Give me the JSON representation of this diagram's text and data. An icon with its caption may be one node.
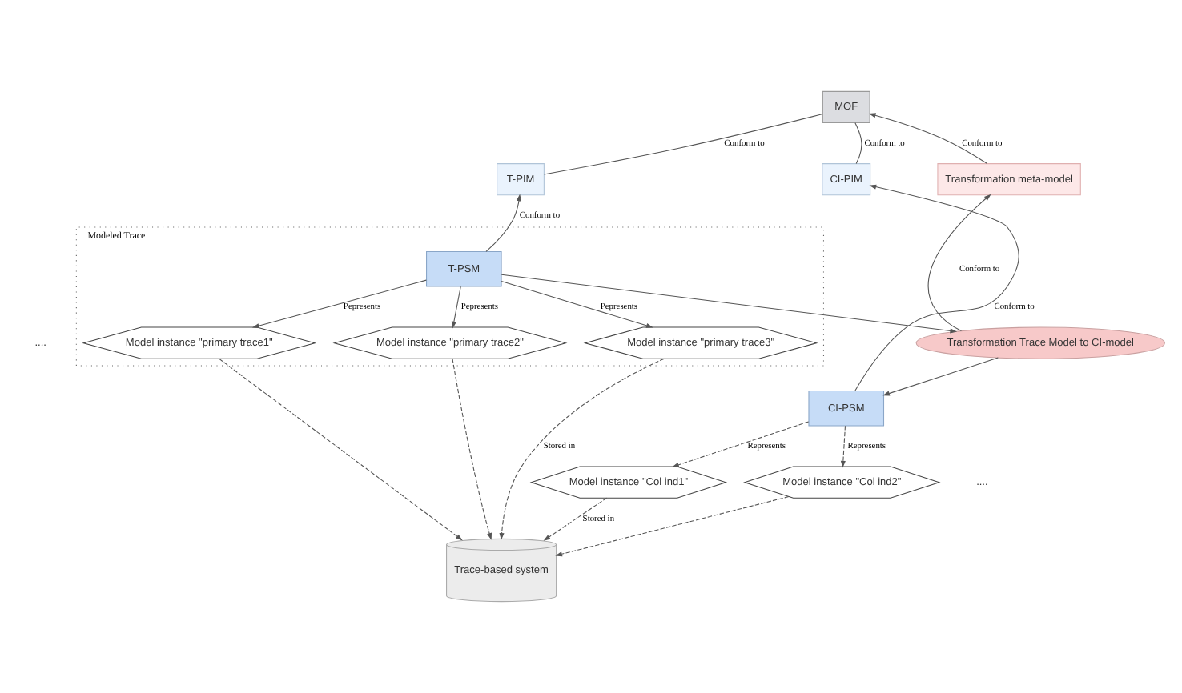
{
  "diagram": {
    "nodes": [
      {
        "text": [
          "MOF"
        ]
      },
      {
        "text": [
          "T-PIM"
        ]
      },
      {
        "text": [
          "Transformation meta-model"
        ]
      },
      {
        "text": [
          "CI-PIM"
        ]
      },
      {
        "text": [
          "Modeled Trace"
        ]
      },
      {
        "text": [
          "T-PSM"
        ],
        "in": 4
      },
      {
        "text": [
          "Transformation Trace Model to CI-model"
        ]
      },
      {
        "text": [
          "CI-PSM"
        ]
      },
      {
        "text": [
          "Model instance \"primary trace1\""
        ],
        "in": 4
      },
      {
        "text": [
          "Model instance \"primary trace2\""
        ],
        "in": 4
      },
      {
        "text": [
          "Model instance \"primary trace3\""
        ],
        "in": 4
      },
      {
        "text": [
          "Trace-based system"
        ]
      },
      {
        "text": [
          "Model instance \"Col ind1\""
        ]
      },
      {
        "text": [
          "Model instance \"Col ind2\""
        ]
      }
    ],
    "edges": [
      {
        "from": 1,
        "to": 0,
        "arrow": "none",
        "label": "Conform to"
      },
      {
        "from": 2,
        "to": 0,
        "arrow": "to",
        "label": "Conform to"
      },
      {
        "from": 3,
        "to": 0,
        "arrow": "none",
        "label": "Conform to"
      },
      {
        "from": 5,
        "to": 1,
        "arrow": "to",
        "label": "Conform to"
      },
      {
        "from": 6,
        "to": 2,
        "arrow": "to",
        "label": "Conform to"
      },
      {
        "from": 7,
        "to": 3,
        "arrow": "to",
        "label": "Conform to"
      },
      {
        "from": 5,
        "to": 6,
        "arrow": "to"
      },
      {
        "from": 6,
        "to": 7,
        "arrow": "to"
      },
      {
        "from": 5,
        "to": 8,
        "arrow": "to",
        "label": "Pepresents"
      },
      {
        "from": 5,
        "to": 9,
        "arrow": "to",
        "label": "Pepresents"
      },
      {
        "from": 5,
        "to": 10,
        "arrow": "to",
        "label": "Pepresents"
      },
      {
        "from": 7,
        "to": 12,
        "arrow": "to",
        "label": "Represents",
        "style": "dashed"
      },
      {
        "from": 7,
        "to": 13,
        "arrow": "to",
        "label": "Represents",
        "style": "dashed"
      },
      {
        "from": 8,
        "to": 11,
        "arrow": "to",
        "style": "dashed"
      },
      {
        "from": 9,
        "to": 11,
        "arrow": "to",
        "style": "dashed"
      },
      {
        "from": 10,
        "to": 11,
        "arrow": "to",
        "label": "Stored in",
        "style": "dashed"
      },
      {
        "from": 12,
        "to": 11,
        "arrow": "to",
        "label": "Stored in",
        "style": "dashed"
      },
      {
        "from": 13,
        "to": 11,
        "arrow": "to",
        "style": "dashed"
      }
    ],
    "labels": [
      "....",
      "...."
    ]
  }
}
